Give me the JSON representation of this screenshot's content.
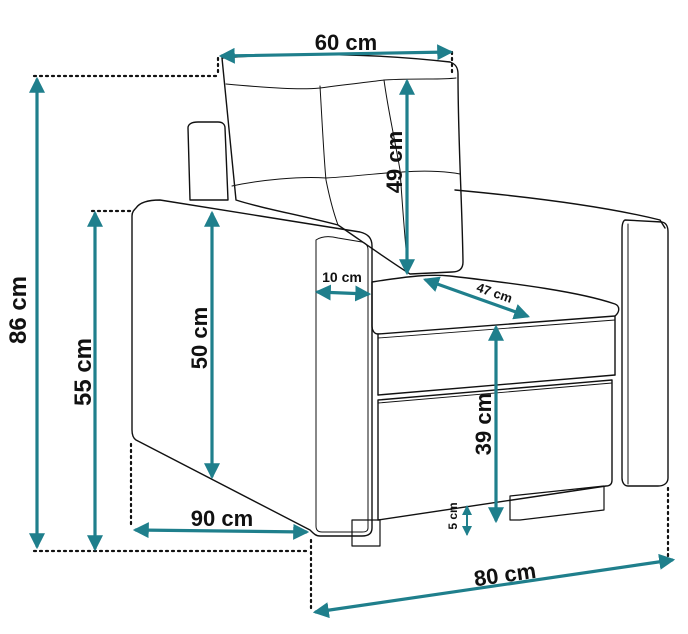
{
  "colors": {
    "dimension": "#1f7f8c",
    "outline": "#111111",
    "guide": "#111111",
    "background": "#ffffff"
  },
  "dimensions": {
    "width_top": "60 cm",
    "backrest_height": "49 cm",
    "total_height": "86 cm",
    "arm_height": "55 cm",
    "side_height": "50 cm",
    "arm_width": "10 cm",
    "seat_depth": "47 cm",
    "seat_height": "39 cm",
    "leg_height": "5 cm",
    "depth": "90 cm",
    "total_width": "80 cm"
  }
}
